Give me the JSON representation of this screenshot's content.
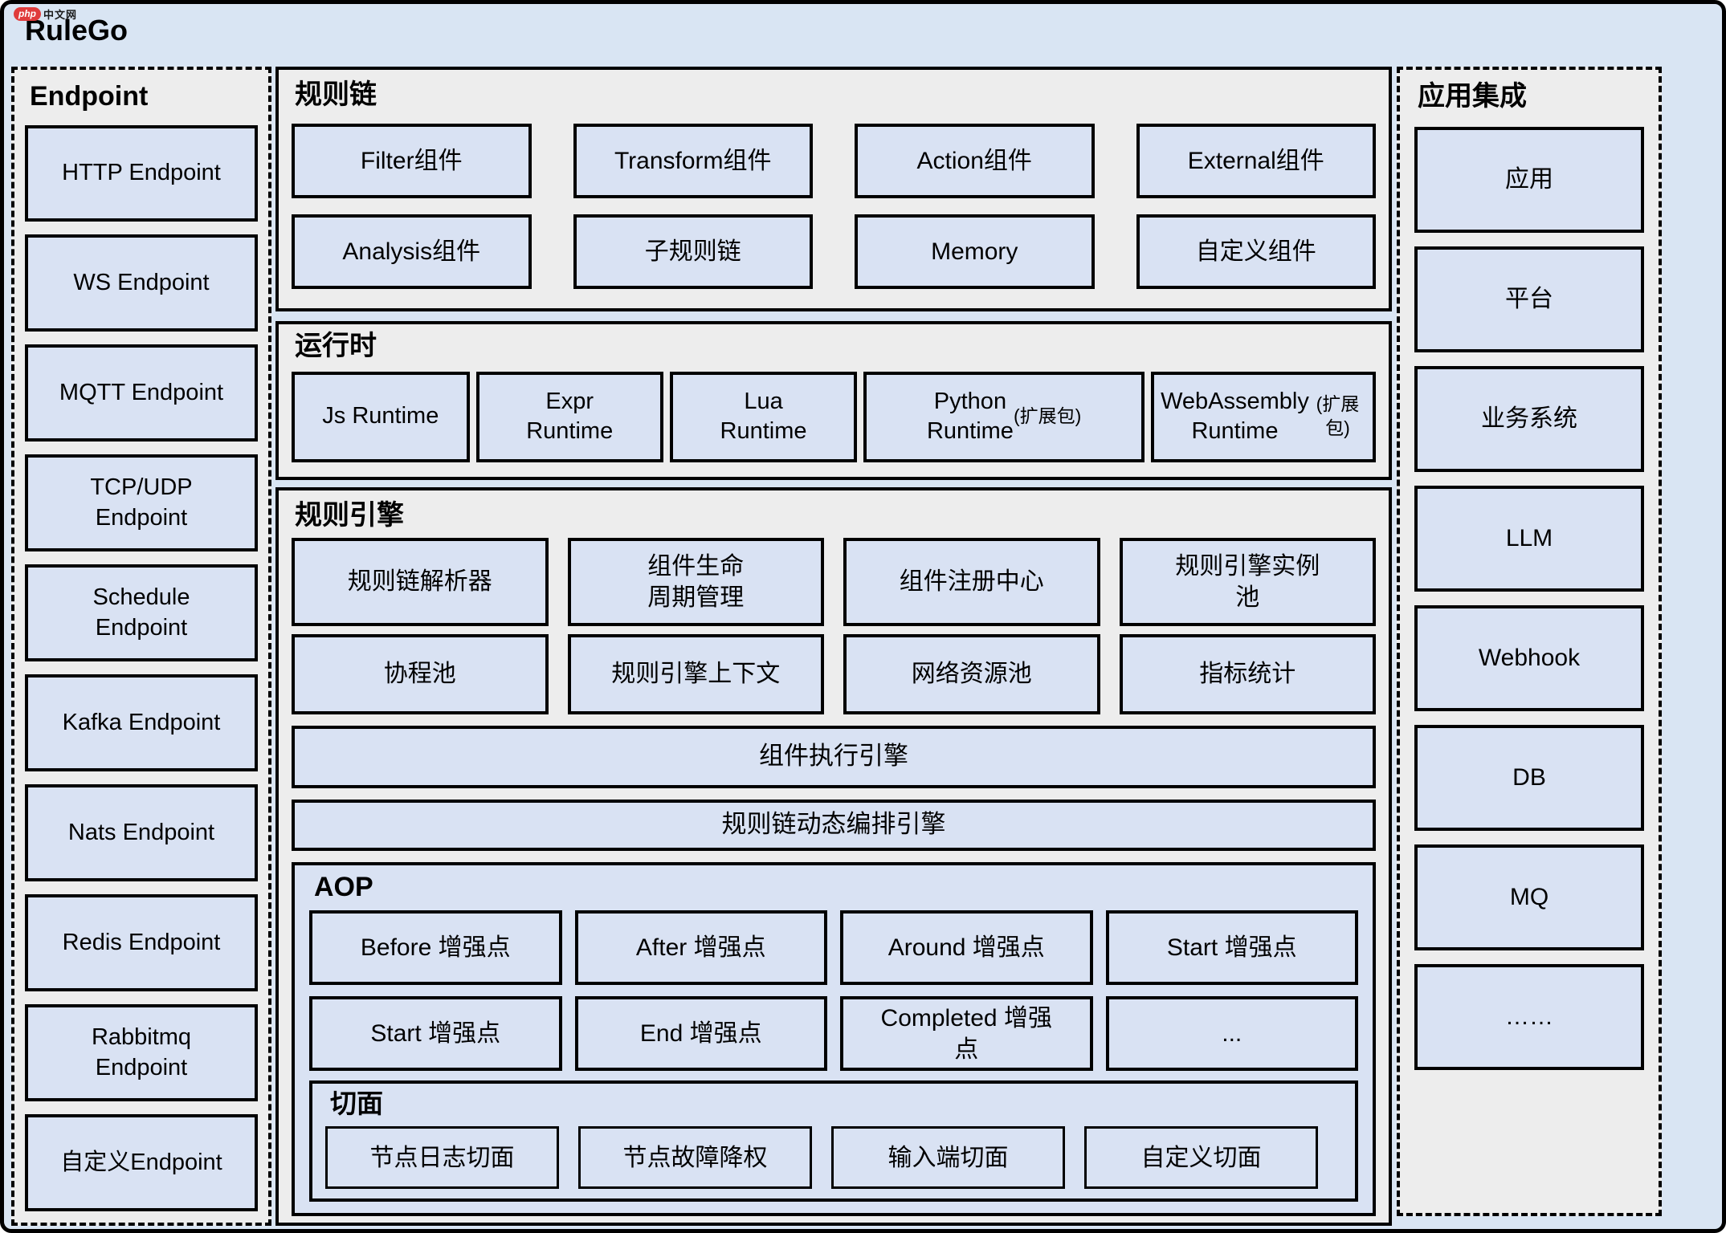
{
  "colors": {
    "page_bg": "#d9e5f3",
    "panel_bg": "#ededed",
    "box_bg": "#d9e2f3",
    "border": "#000000",
    "logo_red": "#e03c3c"
  },
  "header": {
    "logo_php": "php",
    "logo_cn": "中文网",
    "title": "RuleGo"
  },
  "endpoint_panel": {
    "title": "Endpoint",
    "items": [
      "HTTP Endpoint",
      "WS Endpoint",
      "MQTT Endpoint",
      "TCP/UDP\nEndpoint",
      "Schedule\nEndpoint",
      "Kafka Endpoint",
      "Nats Endpoint",
      "Redis Endpoint",
      "Rabbitmq\nEndpoint",
      "自定义Endpoint"
    ]
  },
  "rule_chain": {
    "title": "规则链",
    "items": [
      "Filter组件",
      "Transform组件",
      "Action组件",
      "External组件",
      "Analysis组件",
      "子规则链",
      "Memory",
      "自定义组件"
    ]
  },
  "runtime": {
    "title": "运行时",
    "items": [
      {
        "label": "Js Runtime"
      },
      {
        "label": "Expr\nRuntime"
      },
      {
        "label": "Lua\nRuntime"
      },
      {
        "label": "Python\nRuntime",
        "suffix": "(扩展包)"
      },
      {
        "label": "WebAssembly\nRuntime",
        "suffix": "(扩展包)"
      }
    ]
  },
  "rule_engine": {
    "title": "规则引擎",
    "cells": [
      "规则链解析器",
      "组件生命\n周期管理",
      "组件注册中心",
      "规则引擎实例\n池",
      "协程池",
      "规则引擎上下文",
      "网络资源池",
      "指标统计"
    ],
    "bars": [
      "组件执行引擎",
      "规则链动态编排引擎"
    ]
  },
  "aop": {
    "title": "AOP",
    "cells": [
      "Before 增强点",
      "After 增强点",
      "Around 增强点",
      "Start 增强点",
      "Start 增强点",
      "End 增强点",
      "Completed 增强\n点",
      "..."
    ],
    "aspect": {
      "title": "切面",
      "items": [
        "节点日志切面",
        "节点故障降权",
        "输入端切面",
        "自定义切面"
      ]
    }
  },
  "integration_panel": {
    "title": "应用集成",
    "items": [
      "应用",
      "平台",
      "业务系统",
      "LLM",
      "Webhook",
      "DB",
      "MQ",
      "……"
    ]
  }
}
